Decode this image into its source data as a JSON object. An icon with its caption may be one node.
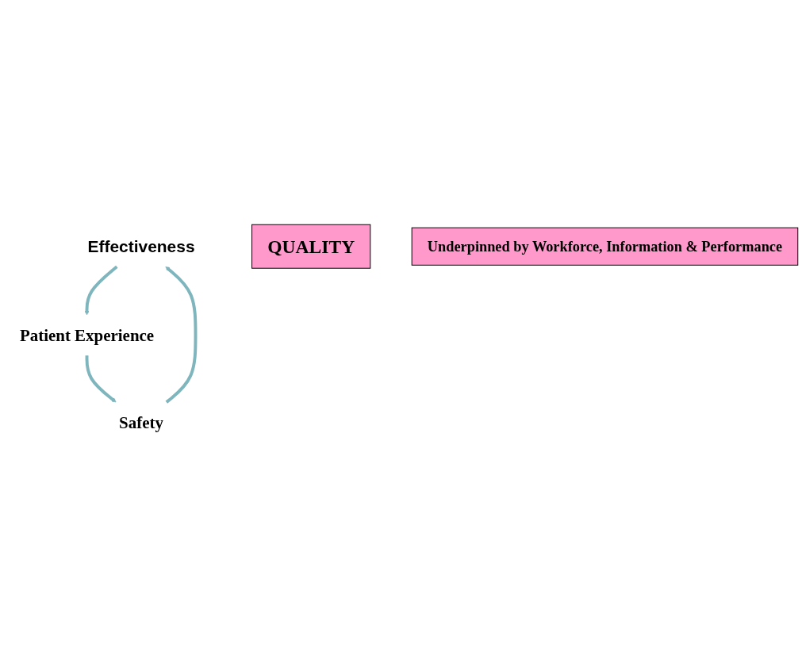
{
  "diagram": {
    "nodes": [
      {
        "text": [
          "Effectiveness"
        ]
      },
      {
        "text": [
          "QUALITY"
        ]
      },
      {
        "text": [
          "Patient Experience"
        ]
      },
      {
        "text": [
          "Safety"
        ]
      },
      {
        "text": [
          "Underpinned by Workforce, Information & Performance"
        ]
      }
    ],
    "edges": [
      {
        "from": 0,
        "to": 2,
        "arrow": "to"
      },
      {
        "from": 2,
        "to": 3,
        "arrow": "to"
      },
      {
        "from": 3,
        "to": 0,
        "arrow": "to"
      }
    ]
  }
}
